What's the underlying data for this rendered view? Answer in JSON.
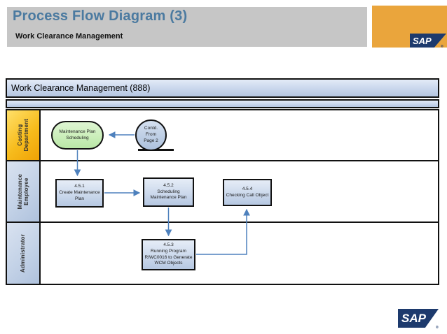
{
  "slide": {
    "title": "Process Flow Diagram (3)",
    "subtitle": "Work Clearance Management",
    "brand": {
      "logo_text": "SAP",
      "registered": "®",
      "orange": "#EAA53C",
      "navy": "#1D3A6D",
      "title_blue": "#4B7AA0",
      "header_gray": "#C6C6C6"
    }
  },
  "diagram": {
    "title": "Work Clearance Management (888)",
    "colors": {
      "arrow_blue": "#4E81BD",
      "lane_yellow": "#F5B324",
      "lane_blue": "#C3D2E7",
      "task_blue": "#CCD9EC",
      "terminator_green": "#CDEFBD",
      "border_black": "#111111"
    },
    "lanes": [
      {
        "id": "costing",
        "label": "Costing\nDepartment"
      },
      {
        "id": "maintenance",
        "label": "Maintenance\nEmployee"
      },
      {
        "id": "administrator",
        "label": "Administrator"
      }
    ],
    "nodes": [
      {
        "id": "maintenance-plan-scheduling",
        "type": "terminator",
        "lane": "costing",
        "label": "Maintenance Plan\nScheduling"
      },
      {
        "id": "contd-from-page-2",
        "type": "offpage-connector",
        "lane": "costing",
        "label": "Contd.\nFrom\nPage 2"
      },
      {
        "id": "4.5.1",
        "type": "task",
        "lane": "maintenance",
        "label": "4.5.1\nCreate Maintenance\nPlan"
      },
      {
        "id": "4.5.2",
        "type": "task",
        "lane": "maintenance",
        "label": "4.5.2\nScheduling\nMaintenance Plan"
      },
      {
        "id": "4.5.4",
        "type": "task",
        "lane": "maintenance",
        "label": "4.5.4\nChecking Call Object"
      },
      {
        "id": "4.5.3",
        "type": "task",
        "lane": "administrator",
        "label": "4.5.3\nRunning Program\nRIWC0016 to Generate\nWCM Objects"
      }
    ],
    "edges": [
      {
        "from": "contd-from-page-2",
        "to": "maintenance-plan-scheduling"
      },
      {
        "from": "maintenance-plan-scheduling",
        "to": "4.5.1"
      },
      {
        "from": "4.5.1",
        "to": "4.5.2"
      },
      {
        "from": "4.5.2",
        "to": "4.5.3"
      },
      {
        "from": "4.5.3",
        "to": "4.5.4"
      }
    ]
  },
  "footer": {
    "logo_text": "SAP",
    "registered": "®"
  }
}
